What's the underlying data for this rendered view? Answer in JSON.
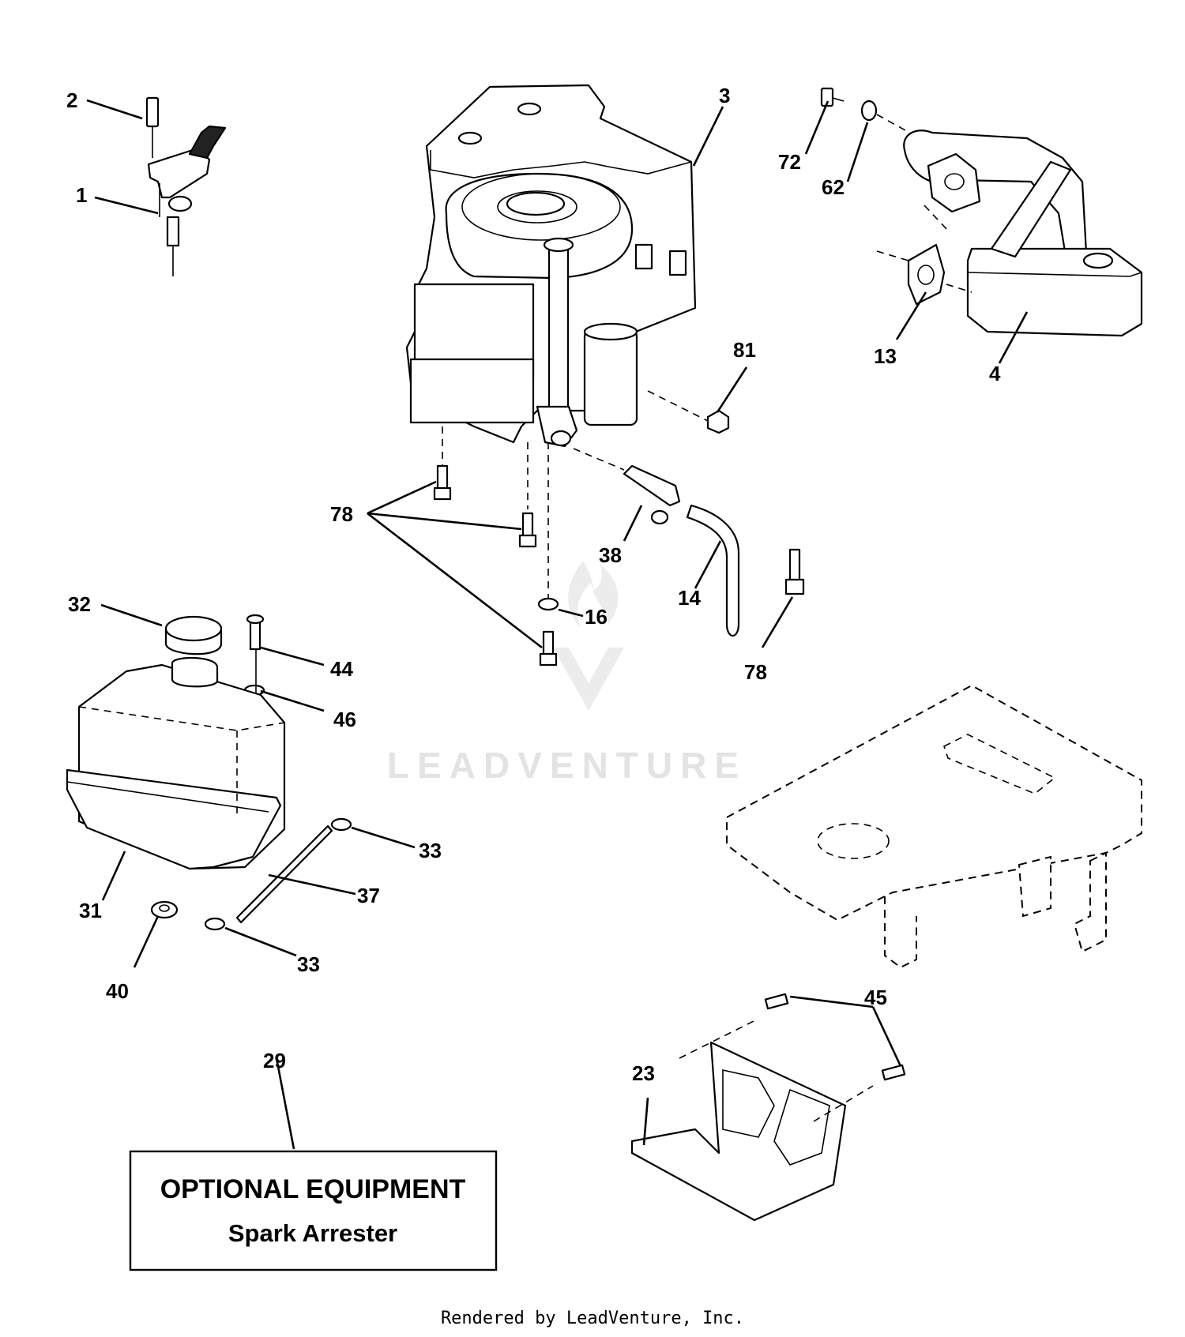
{
  "callouts": {
    "c1": "1",
    "c2": "2",
    "c3": "3",
    "c4": "4",
    "c13": "13",
    "c14": "14",
    "c16": "16",
    "c23": "23",
    "c29": "29",
    "c31": "31",
    "c32": "32",
    "c33a": "33",
    "c33b": "33",
    "c37": "37",
    "c38": "38",
    "c40": "40",
    "c44": "44",
    "c45": "45",
    "c46": "46",
    "c62": "62",
    "c72": "72",
    "c78a": "78",
    "c78b": "78",
    "c81": "81"
  },
  "optional_box": {
    "title": "OPTIONAL EQUIPMENT",
    "subtitle": "Spark Arrester"
  },
  "watermark": {
    "text": "LEADVENTURE"
  },
  "footer": {
    "text": "Rendered by LeadVenture, Inc."
  }
}
